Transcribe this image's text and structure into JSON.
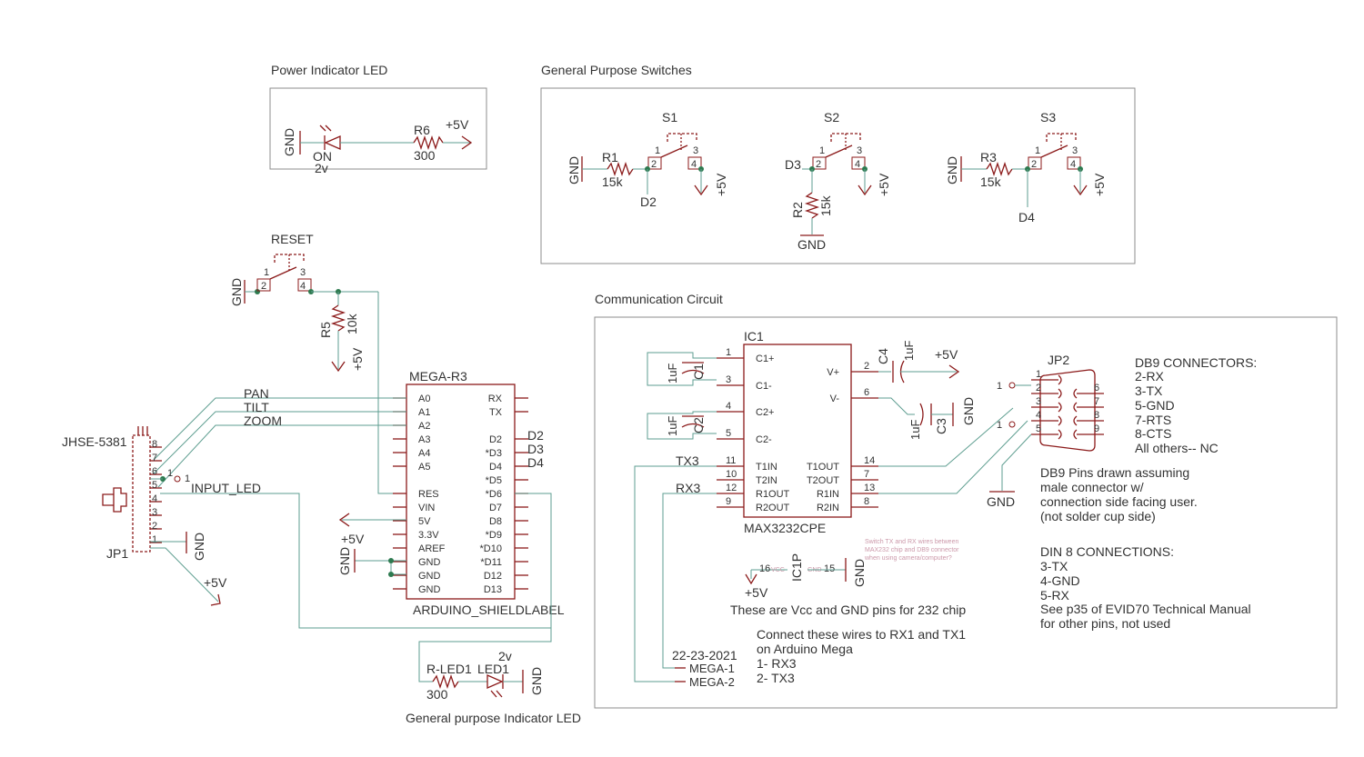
{
  "sections": {
    "power_led": "Power Indicator LED",
    "switches": "General Purpose Switches",
    "communication": "Communication Circuit",
    "indicator_led": "General purpose Indicator LED"
  },
  "power": {
    "gnd": "GND",
    "led_name": "ON",
    "led_value": "2v",
    "r_name": "R6",
    "r_value": "300",
    "vcc": "+5V"
  },
  "switches": {
    "s1": {
      "name": "S1",
      "pin1": "1",
      "pin2": "2",
      "pin3": "3",
      "pin4": "4",
      "gnd": "GND",
      "r_name": "R1",
      "r_value": "15k",
      "net": "D2",
      "vcc": "+5V"
    },
    "s2": {
      "name": "S2",
      "pin1": "1",
      "pin2": "2",
      "pin3": "3",
      "pin4": "4",
      "net": "D3",
      "r_name": "R2",
      "r_value": "15k",
      "gnd": "GND",
      "vcc": "+5V"
    },
    "s3": {
      "name": "S3",
      "pin1": "1",
      "pin2": "2",
      "pin3": "3",
      "pin4": "4",
      "gnd": "GND",
      "r_name": "R3",
      "r_value": "15k",
      "net": "D4",
      "vcc": "+5V"
    }
  },
  "reset": {
    "name": "RESET",
    "pin1": "1",
    "pin2": "2",
    "pin3": "3",
    "pin4": "4",
    "gnd": "GND",
    "r_name": "R5",
    "r_value": "10k",
    "vcc": "+5V"
  },
  "mega": {
    "name": "MEGA-R3",
    "label": "ARDUINO_SHIELDLABEL",
    "left_pins": [
      "A0",
      "A1",
      "A2",
      "A3",
      "A4",
      "A5",
      "",
      "RES",
      "VIN",
      "5V",
      "3.3V",
      "AREF",
      "GND",
      "GND",
      "GND"
    ],
    "right_pins": [
      "RX",
      "TX",
      "",
      "D2",
      "*D3",
      "D4",
      "*D5",
      "*D6",
      "D7",
      "D8",
      "*D9",
      "*D10",
      "*D11",
      "D12",
      "D13"
    ],
    "nets": {
      "pan": "PAN",
      "tilt": "TILT",
      "zoom": "ZOOM",
      "d2": "D2",
      "d3": "D3",
      "d4": "D4"
    },
    "vcc": "+5V",
    "gnd": "GND"
  },
  "jhse": {
    "name": "JHSE-5381",
    "jp": "JP1",
    "pins": [
      "8",
      "7",
      "6",
      "5",
      "4",
      "3",
      "2",
      "1"
    ],
    "jumper_pin": "1",
    "input_led": "INPUT_LED",
    "gnd": "GND",
    "vcc": "+5V"
  },
  "indicator": {
    "r_name": "R-LED1",
    "r_value": "300",
    "led_name": "LED1",
    "led_value": "2v",
    "gnd": "GND"
  },
  "ic1": {
    "name": "IC1",
    "part": "MAX3232CPE",
    "left_pins": [
      {
        "num": "1",
        "name": "C1+"
      },
      {
        "num": "3",
        "name": "C1-"
      },
      {
        "num": "4",
        "name": "C2+"
      },
      {
        "num": "5",
        "name": "C2-"
      },
      {
        "num": "11",
        "name": "T1IN"
      },
      {
        "num": "10",
        "name": "T2IN"
      },
      {
        "num": "12",
        "name": "R1OUT"
      },
      {
        "num": "9",
        "name": "R2OUT"
      }
    ],
    "right_pins": [
      {
        "num": "2",
        "name": "V+"
      },
      {
        "num": "6",
        "name": "V-"
      },
      {
        "num": "14",
        "name": "T1OUT"
      },
      {
        "num": "7",
        "name": "T2OUT"
      },
      {
        "num": "13",
        "name": "R1IN"
      },
      {
        "num": "8",
        "name": "R2IN"
      }
    ],
    "c1": {
      "name": "C1",
      "value": "1uF"
    },
    "c2": {
      "name": "C2",
      "value": "1uF"
    },
    "c3": {
      "name": "C3",
      "value": "1uF"
    },
    "c4": {
      "name": "C4",
      "value": "1uF"
    },
    "vcc": "+5V",
    "gnd": "GND",
    "tx3": "TX3",
    "rx3": "RX3"
  },
  "ic1p": {
    "name": "IC1P",
    "vcc_pin": "16",
    "vcc_label": "VCC",
    "gnd_label": "GND",
    "gnd_pin": "15",
    "gnd": "GND",
    "vcc": "+5V",
    "note": "These are Vcc and GND pins for 232 chip"
  },
  "jp2": {
    "name": "JP2",
    "left_pins": [
      "1",
      "2",
      "3",
      "4",
      "5"
    ],
    "right_pins": [
      "6",
      "7",
      "8",
      "9"
    ],
    "jumper_a": "1",
    "jumper_b": "1",
    "gnd": "GND"
  },
  "mega_conn": {
    "date": "22-23-2021",
    "n1": "MEGA-1",
    "n2": "MEGA-2"
  },
  "notes": {
    "small_note": [
      "Switch TX and RX wires between",
      "MAX232 chip and DB9 connector",
      "when using camera/computer?"
    ],
    "connect": [
      "Connect these wires to RX1 and TX1",
      "on Arduino Mega",
      "1- RX3",
      "2- TX3"
    ],
    "db9_conn": [
      "DB9 CONNECTORS:",
      "2-RX",
      "3-TX",
      "5-GND",
      "7-RTS",
      "8-CTS",
      "All others-- NC"
    ],
    "db9_pins": [
      "DB9 Pins drawn assuming",
      "male connector w/",
      "connection side facing user.",
      "(not solder cup side)"
    ],
    "din8": [
      "DIN 8 CONNECTIONS:",
      "3-TX",
      "4-GND",
      "5-RX",
      "See p35 of EVID70 Technical Manual",
      "for other pins, not used"
    ]
  },
  "colors": {
    "part": "#8b1a1a",
    "wire": "#5e9e90",
    "junction": "#2d7a4f",
    "frame": "#8c8c8c",
    "text": "#333333"
  }
}
